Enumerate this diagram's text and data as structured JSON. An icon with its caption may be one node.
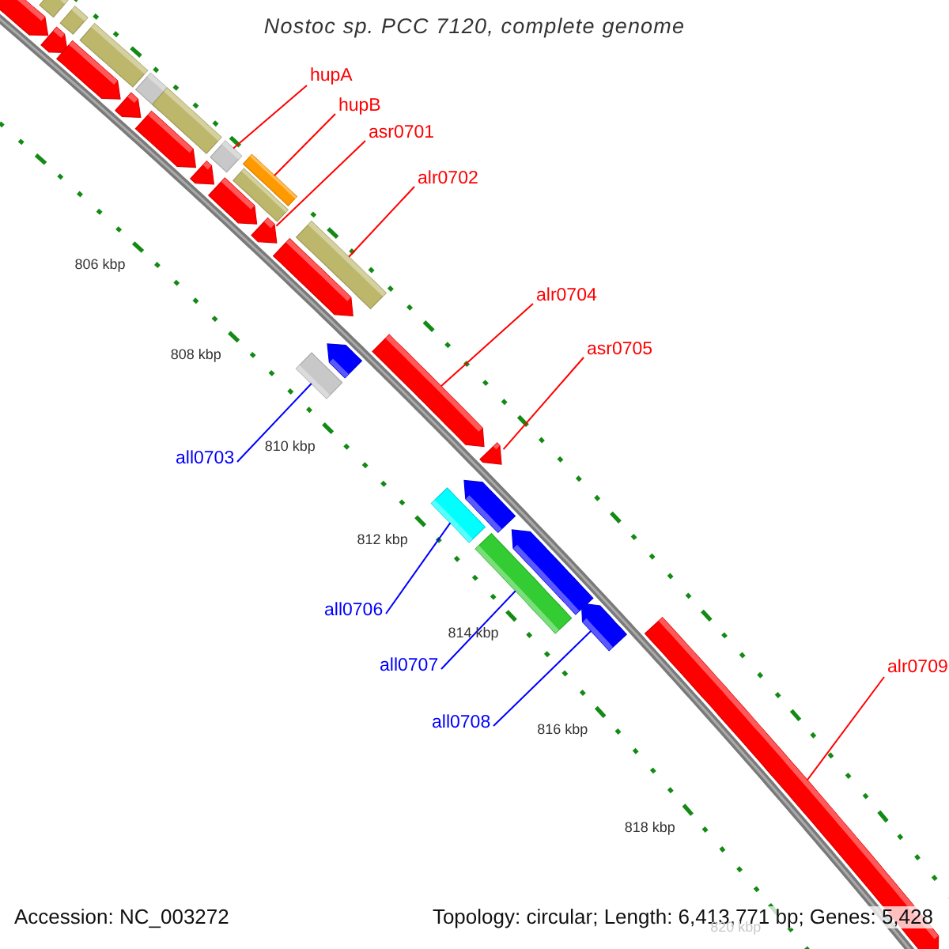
{
  "diagram": {
    "title": "Nostoc sp. PCC 7120, complete genome",
    "nodes": [
      {
        "text": [
          "hupA"
        ]
      },
      {
        "text": [
          "hupB"
        ]
      },
      {
        "text": [
          "asr0701"
        ]
      },
      {
        "text": [
          "alr0702"
        ]
      },
      {
        "text": [
          "alr0704"
        ]
      },
      {
        "text": [
          "asr0705"
        ]
      },
      {
        "text": [
          "all0703"
        ]
      },
      {
        "text": [
          "all0706"
        ]
      },
      {
        "text": [
          "all0707"
        ]
      },
      {
        "text": [
          "alr0709"
        ]
      },
      {
        "text": [
          "all0708"
        ]
      },
      {
        "text": [],
        "shape": "box"
      },
      {
        "text": [],
        "shape": "arrow"
      },
      {
        "text": [],
        "shape": "box"
      },
      {
        "text": [],
        "shape": "box"
      },
      {
        "text": [],
        "shape": "arrow"
      },
      {
        "text": [],
        "shape": "arrow"
      },
      {
        "text": [],
        "shape": "box"
      },
      {
        "text": [],
        "shape": "box"
      },
      {
        "text": [],
        "shape": "arrow"
      },
      {
        "text": [],
        "shape": "arrow"
      },
      {
        "text": [],
        "shape": "box"
      },
      {
        "text": [],
        "shape": "box"
      },
      {
        "text": [],
        "shape": "arrow"
      },
      {
        "text": [],
        "shape": "box"
      },
      {
        "text": [],
        "shape": "arrow"
      },
      {
        "text": [],
        "shape": "arrow"
      },
      {
        "text": [],
        "shape": "box"
      },
      {
        "text": [],
        "shape": "arrow"
      },
      {
        "text": [],
        "shape": "arrow"
      },
      {
        "text": [],
        "shape": "arrow"
      },
      {
        "text": [],
        "shape": "box"
      },
      {
        "text": [],
        "shape": "arrow"
      },
      {
        "text": [],
        "shape": "arrow"
      },
      {
        "text": [],
        "shape": "box"
      },
      {
        "text": [],
        "shape": "arrow"
      },
      {
        "text": [],
        "shape": "box"
      },
      {
        "text": [],
        "shape": "arrow"
      },
      {
        "text": [],
        "shape": "arrow"
      }
    ],
    "edges": [
      {
        "from": 0,
        "to": 21,
        "arrow": "none"
      },
      {
        "from": 1,
        "to": 22,
        "arrow": "none"
      },
      {
        "from": 2,
        "to": 26,
        "arrow": "none"
      },
      {
        "from": 3,
        "to": 27,
        "arrow": "none"
      },
      {
        "from": 4,
        "to": 29,
        "arrow": "none"
      },
      {
        "from": 5,
        "to": 32,
        "arrow": "none"
      },
      {
        "from": 6,
        "to": 31,
        "arrow": "none",
        "color": "#0000ff"
      },
      {
        "from": 7,
        "to": 34,
        "arrow": "none",
        "color": "#0000ff"
      },
      {
        "from": 8,
        "to": 36,
        "arrow": "none",
        "color": "#0000ff"
      },
      {
        "from": 9,
        "to": 38,
        "arrow": "none"
      },
      {
        "from": 10,
        "to": 37,
        "arrow": "none",
        "color": "#0000ff"
      }
    ],
    "labels": [
      "806 kbp",
      "808 kbp",
      "810 kbp",
      "812 kbp",
      "814 kbp",
      "816 kbp",
      "818 kbp",
      "820 kbp",
      "Accession: NC_003272",
      "Topology: circular; Length: 6,413,771 bp; Genes: 5,428"
    ]
  }
}
